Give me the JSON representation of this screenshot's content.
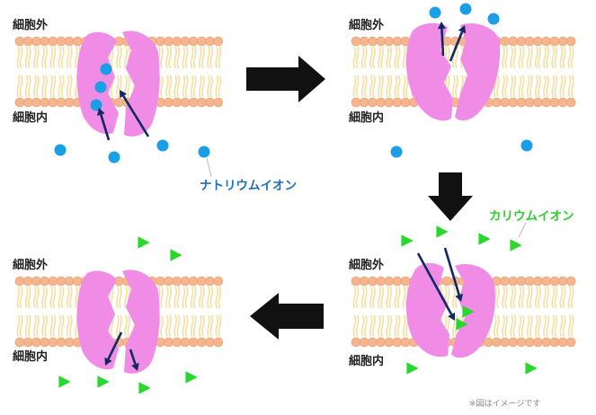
{
  "labels": {
    "outside": "細胞外",
    "inside": "細胞内",
    "sodium": "ナトリウムイオン",
    "potassium": "カリウムイオン",
    "note": "※図はイメージです"
  },
  "colors": {
    "lipid_head": "#f6b58c",
    "lipid_head_stroke": "#e39a6c",
    "lipid_tail": "#f5dfa0",
    "pump": "#f08ce6",
    "sodium": "#1a9ee6",
    "potassium": "#29d82c",
    "arrow_dark": "#0f2a62",
    "big_arrow": "#111111",
    "sodium_text": "#1d6fb8",
    "potassium_text": "#2bcf2b"
  },
  "icons": {
    "transition": "block-arrow"
  }
}
